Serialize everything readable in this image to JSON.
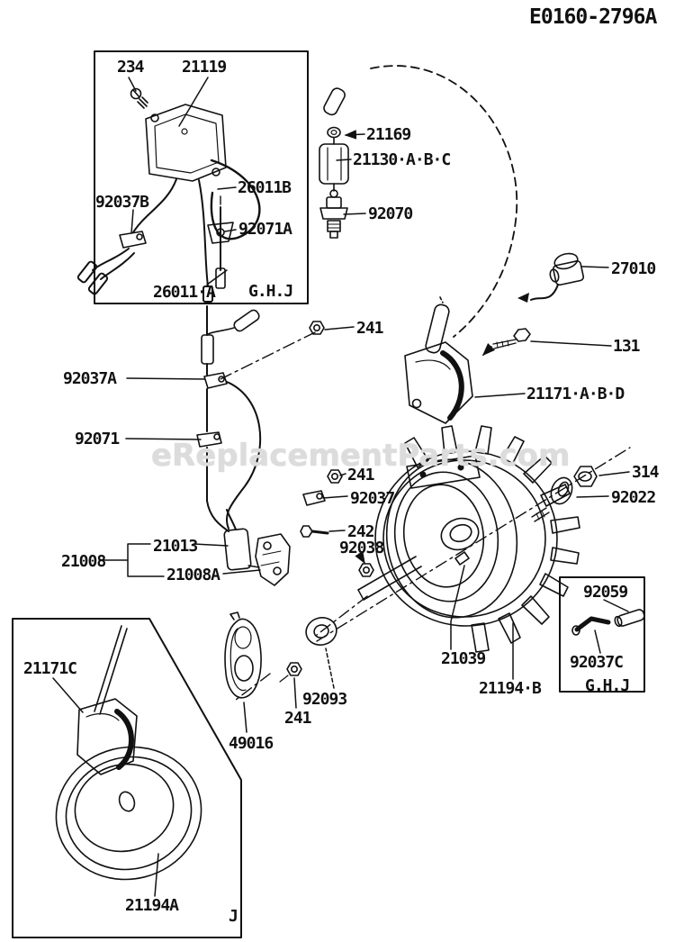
{
  "page": {
    "drawing_number": "E0160-2796A",
    "watermark": "eReplacementParts.com"
  },
  "labels": {
    "e234": "234",
    "e21119": "21119",
    "e92037b": "92037B",
    "e26011b": "26011B",
    "e92071a": "92071A",
    "e26011a": "26011·A",
    "ghj_top": "G.H.J",
    "e21169": "21169",
    "e21130": "21130·A·B·C",
    "e92070": "92070",
    "e27010": "27010",
    "e131": "131",
    "e21171abd": "21171·A·B·D",
    "e241_a": "241",
    "e92037a": "92037A",
    "e92071": "92071",
    "e314": "314",
    "e92022": "92022",
    "e241_b": "241",
    "e92037": "92037",
    "e242": "242",
    "e92038": "92038",
    "e21013": "21013",
    "e21008": "21008",
    "e21008a": "21008A",
    "e92059": "92059",
    "e92037c": "92037C",
    "ghj_side": "G.H.J",
    "e21039": "21039",
    "e21194b": "21194·B",
    "e92093": "92093",
    "e241_c": "241",
    "e49016": "49016",
    "e21171c": "21171C",
    "e21194a": "21194A",
    "j_bottom": "J"
  }
}
